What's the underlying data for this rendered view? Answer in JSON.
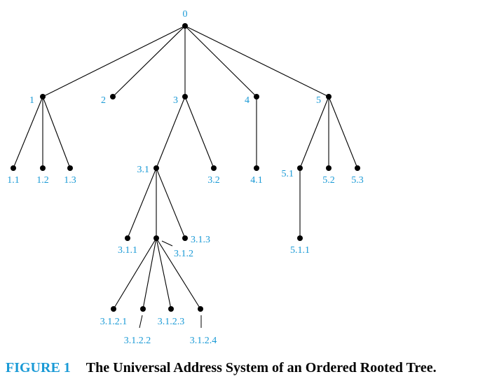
{
  "diagram": {
    "nodes": [
      {
        "id": "0",
        "label": "0",
        "parent": null
      },
      {
        "id": "1",
        "label": "1",
        "parent": "0"
      },
      {
        "id": "2",
        "label": "2",
        "parent": "0"
      },
      {
        "id": "3",
        "label": "3",
        "parent": "0"
      },
      {
        "id": "4",
        "label": "4",
        "parent": "0"
      },
      {
        "id": "5",
        "label": "5",
        "parent": "0"
      },
      {
        "id": "1.1",
        "label": "1.1",
        "parent": "1"
      },
      {
        "id": "1.2",
        "label": "1.2",
        "parent": "1"
      },
      {
        "id": "1.3",
        "label": "1.3",
        "parent": "1"
      },
      {
        "id": "3.1",
        "label": "3.1",
        "parent": "3"
      },
      {
        "id": "3.2",
        "label": "3.2",
        "parent": "3"
      },
      {
        "id": "4.1",
        "label": "4.1",
        "parent": "4"
      },
      {
        "id": "5.1",
        "label": "5.1",
        "parent": "5"
      },
      {
        "id": "5.2",
        "label": "5.2",
        "parent": "5"
      },
      {
        "id": "5.3",
        "label": "5.3",
        "parent": "5"
      },
      {
        "id": "3.1.1",
        "label": "3.1.1",
        "parent": "3.1"
      },
      {
        "id": "3.1.2",
        "label": "3.1.2",
        "parent": "3.1"
      },
      {
        "id": "3.1.3",
        "label": "3.1.3",
        "parent": "3.1"
      },
      {
        "id": "5.1.1",
        "label": "5.1.1",
        "parent": "5.1"
      },
      {
        "id": "3.1.2.1",
        "label": "3.1.2.1",
        "parent": "3.1.2"
      },
      {
        "id": "3.1.2.2",
        "label": "3.1.2.2",
        "parent": "3.1.2"
      },
      {
        "id": "3.1.2.3",
        "label": "3.1.2.3",
        "parent": "3.1.2"
      },
      {
        "id": "3.1.2.4",
        "label": "3.1.2.4",
        "parent": "3.1.2"
      }
    ]
  },
  "caption": {
    "label": "FIGURE 1",
    "text": "The Universal Address System of an Ordered Rooted Tree."
  },
  "colors": {
    "label": "#1a9ad6",
    "edge": "#000000",
    "node": "#000000"
  }
}
